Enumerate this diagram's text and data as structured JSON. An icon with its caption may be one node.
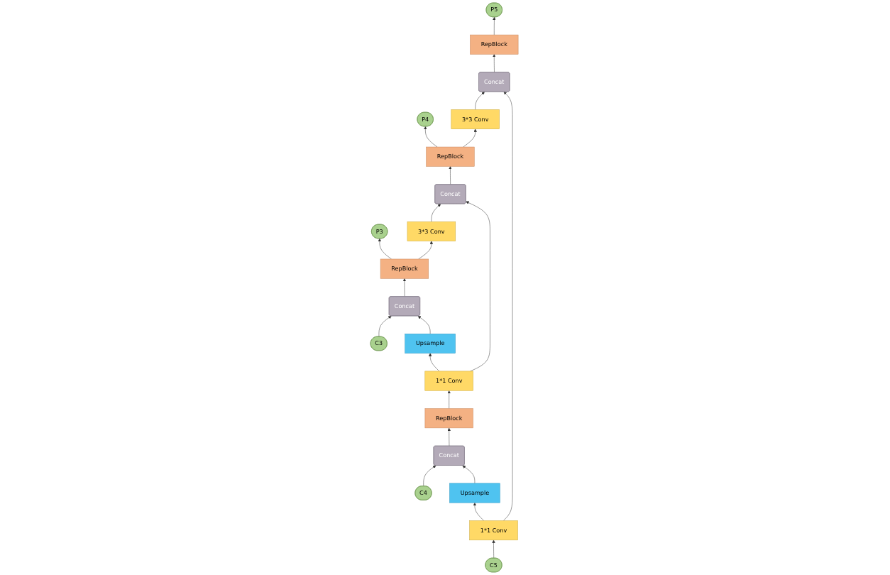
{
  "diagram": {
    "nodes": [
      {
        "text": [
          "C3"
        ]
      },
      {
        "text": [
          "Concat"
        ]
      },
      {
        "text": [
          "RepBlock"
        ]
      },
      {
        "text": [
          "P3"
        ]
      },
      {
        "text": [
          "Upsample"
        ]
      },
      {
        "text": [
          "3*3 Conv"
        ]
      },
      {
        "text": [
          "1*1 Conv"
        ]
      },
      {
        "text": [
          "Concat"
        ]
      },
      {
        "text": [
          "RepBlock"
        ]
      },
      {
        "text": [
          "RepBlock"
        ]
      },
      {
        "text": [
          "P4"
        ]
      },
      {
        "text": [
          "C4"
        ]
      },
      {
        "text": [
          "Concat"
        ]
      },
      {
        "text": [
          "3*3 Conv"
        ]
      },
      {
        "text": [
          "Upsample"
        ]
      },
      {
        "text": [
          "Concat"
        ]
      },
      {
        "text": [
          "C5"
        ]
      },
      {
        "text": [
          "1*1 Conv"
        ]
      },
      {
        "text": [
          "RepBlock"
        ]
      },
      {
        "text": [
          "P5"
        ]
      }
    ],
    "edges": [
      {
        "from": 0,
        "to": 1,
        "arrow": "to"
      },
      {
        "from": 1,
        "to": 2,
        "arrow": "to"
      },
      {
        "from": 2,
        "to": 3,
        "arrow": "to"
      },
      {
        "from": 2,
        "to": 5,
        "arrow": "to"
      },
      {
        "from": 4,
        "to": 1,
        "arrow": "to"
      },
      {
        "from": 6,
        "to": 4,
        "arrow": "to"
      },
      {
        "from": 6,
        "to": 7,
        "arrow": "to"
      },
      {
        "from": 5,
        "to": 7,
        "arrow": "to"
      },
      {
        "from": 7,
        "to": 9,
        "arrow": "to"
      },
      {
        "from": 8,
        "to": 6,
        "arrow": "to"
      },
      {
        "from": 9,
        "to": 10,
        "arrow": "to"
      },
      {
        "from": 9,
        "to": 13,
        "arrow": "to"
      },
      {
        "from": 11,
        "to": 12,
        "arrow": "to"
      },
      {
        "from": 12,
        "to": 8,
        "arrow": "to"
      },
      {
        "from": 14,
        "to": 12,
        "arrow": "to"
      },
      {
        "from": 13,
        "to": 15,
        "arrow": "to"
      },
      {
        "from": 17,
        "to": 14,
        "arrow": "to"
      },
      {
        "from": 17,
        "to": 15,
        "arrow": "to"
      },
      {
        "from": 16,
        "to": 17,
        "arrow": "to"
      },
      {
        "from": 15,
        "to": 18,
        "arrow": "to"
      },
      {
        "from": 18,
        "to": 19,
        "arrow": "to"
      }
    ]
  }
}
